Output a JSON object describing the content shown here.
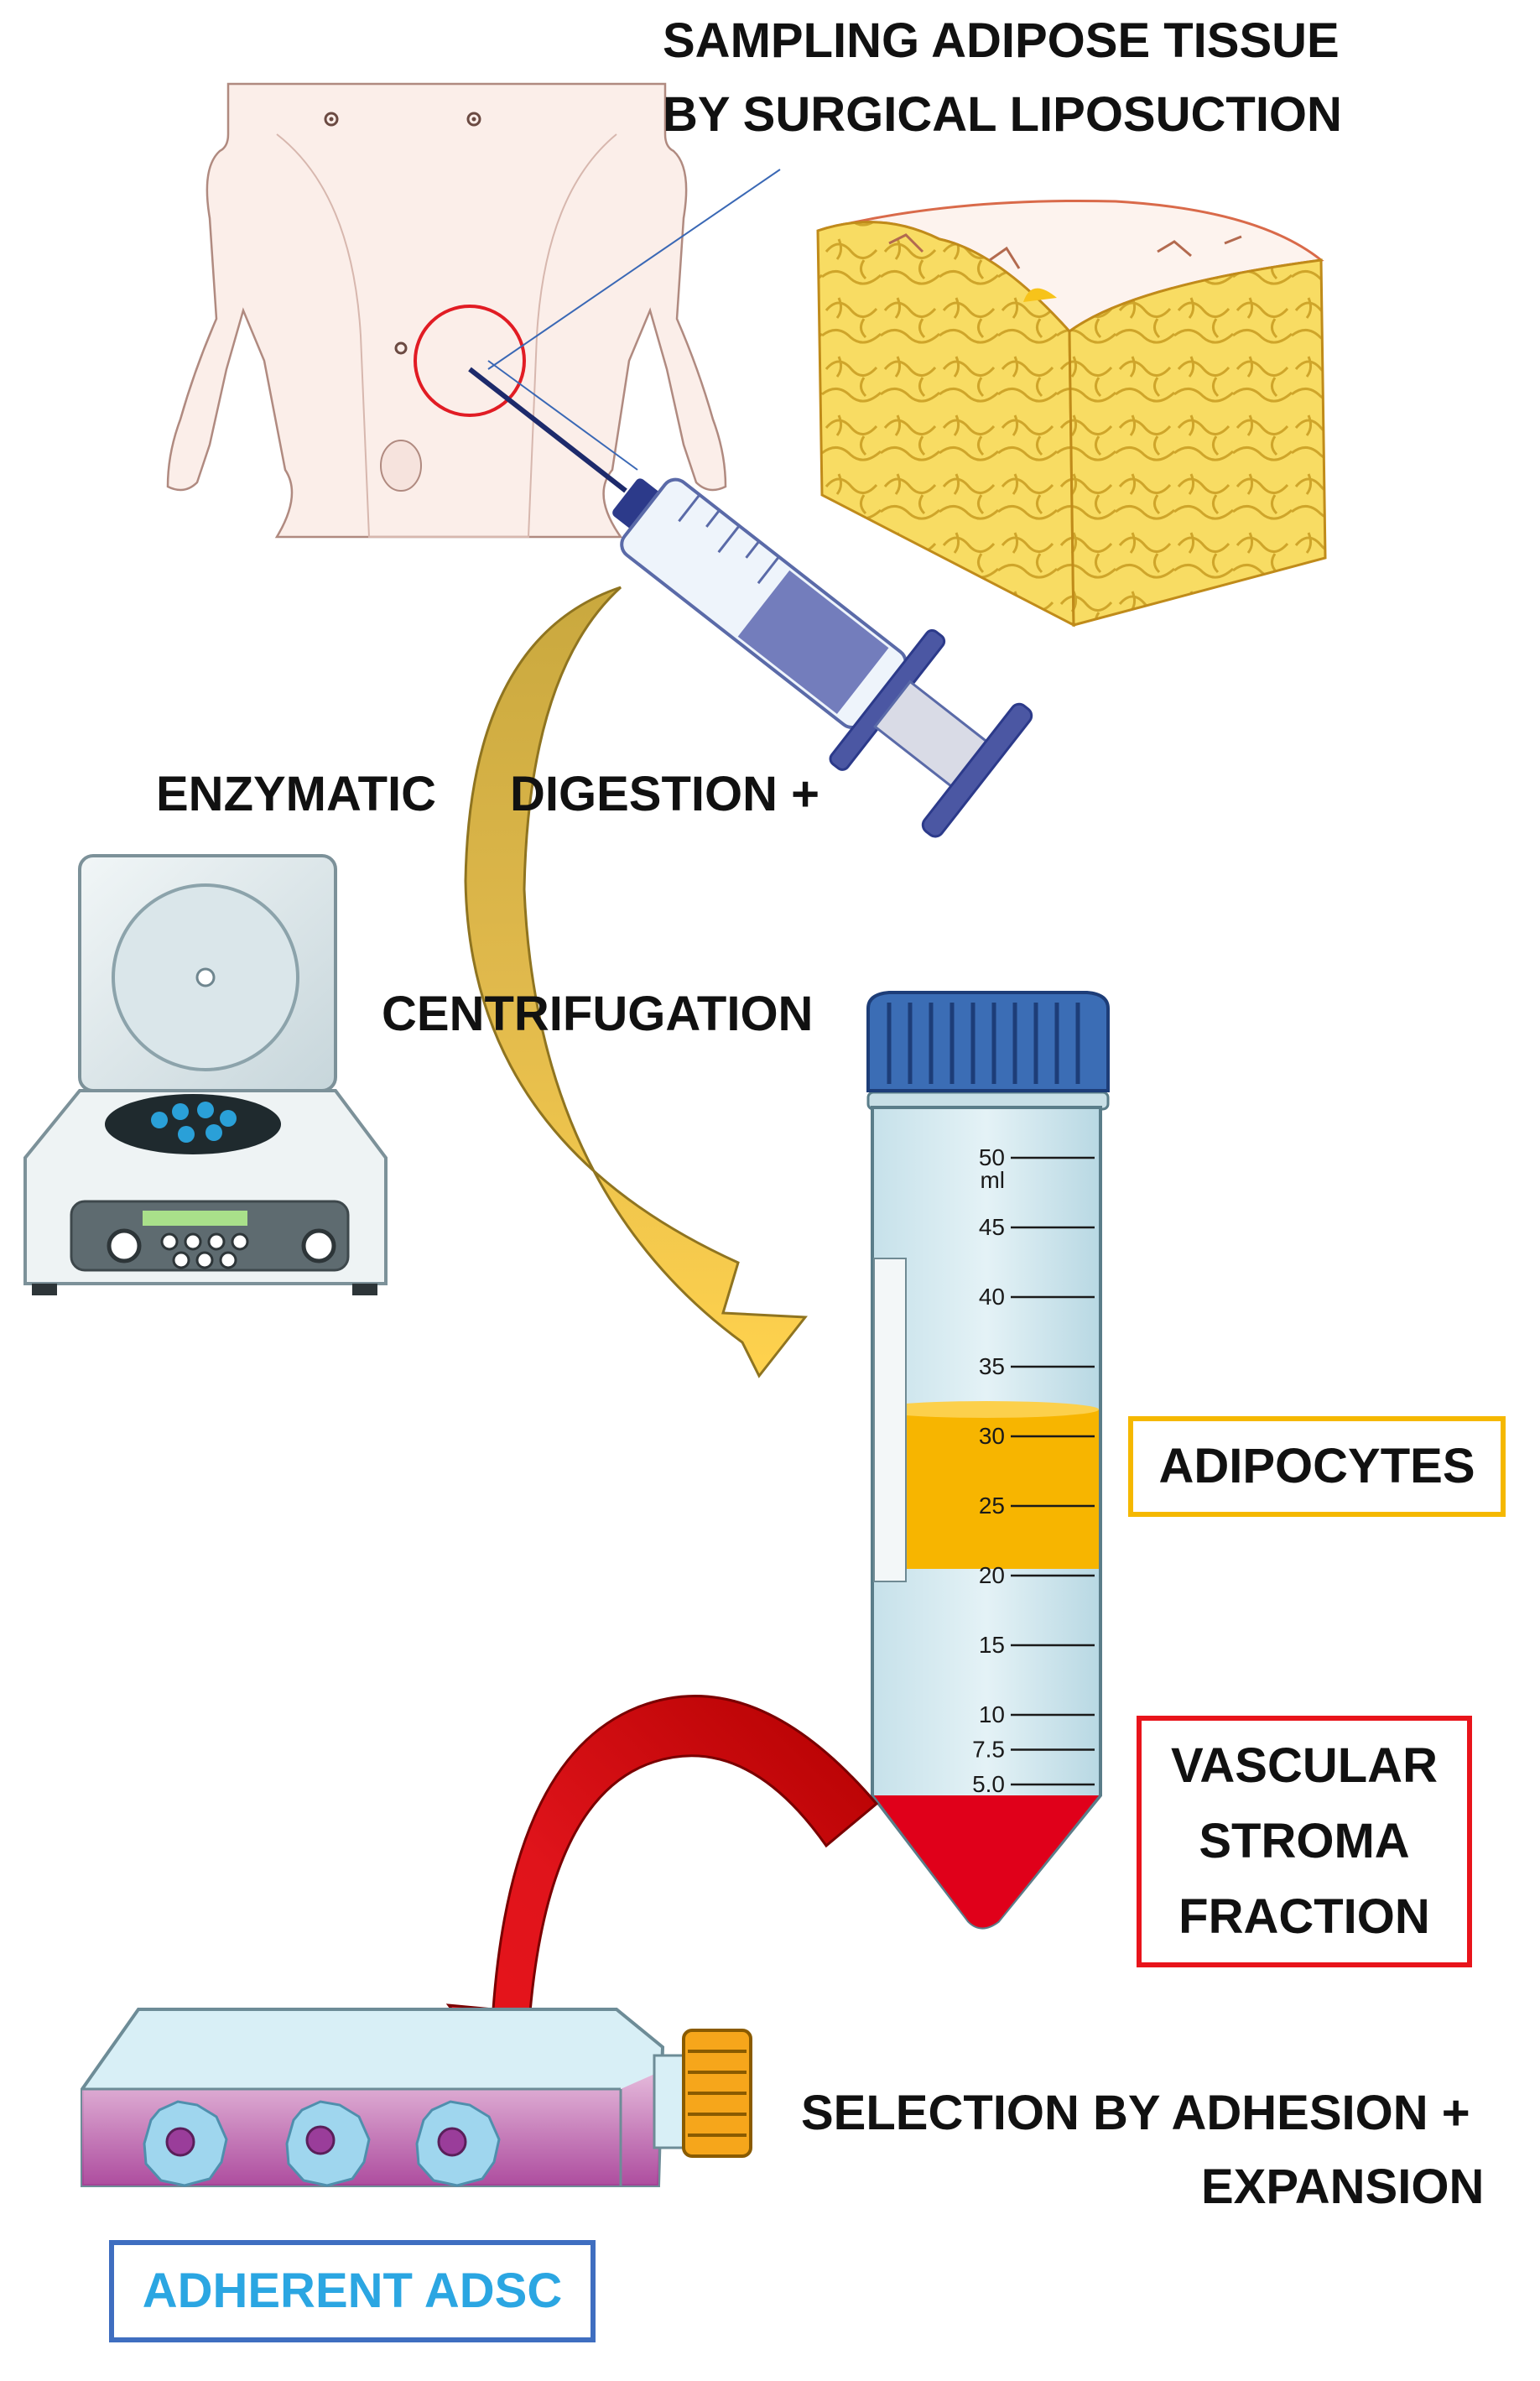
{
  "steps": {
    "sampling": [
      "SAMPLING ADIPOSE TISSUE",
      "BY SURGICAL LIPOSUCTION"
    ],
    "digestion": [
      "ENZYMATIC",
      "DIGESTION +"
    ],
    "centrifugation": "CENTRIFUGATION",
    "selection": [
      "SELECTION BY ADHESION  +",
      "EXPANSION"
    ]
  },
  "layers": {
    "adipocytes": "ADIPOCYTES",
    "stroma": [
      "VASCULAR",
      "STROMA",
      "FRACTION"
    ],
    "adherent": "ADHERENT ADSC"
  },
  "tube_scale": {
    "unit": "ml",
    "ticks": [
      "50",
      "45",
      "40",
      "35",
      "30",
      "25",
      "20",
      "15",
      "10",
      "7.5",
      "5.0"
    ]
  },
  "colors": {
    "adipocytes_box": "#f5b800",
    "stroma_box": "#e8141b",
    "adherent_box": "#3f6ec0",
    "adherent_text": "#2ba6e2",
    "tube_cap": "#3b6db5",
    "fat_layer": "#f7b500",
    "pellet": "#e0001a",
    "arrow_gold": "#d7b04a",
    "arrow_red": "#cc0000"
  }
}
